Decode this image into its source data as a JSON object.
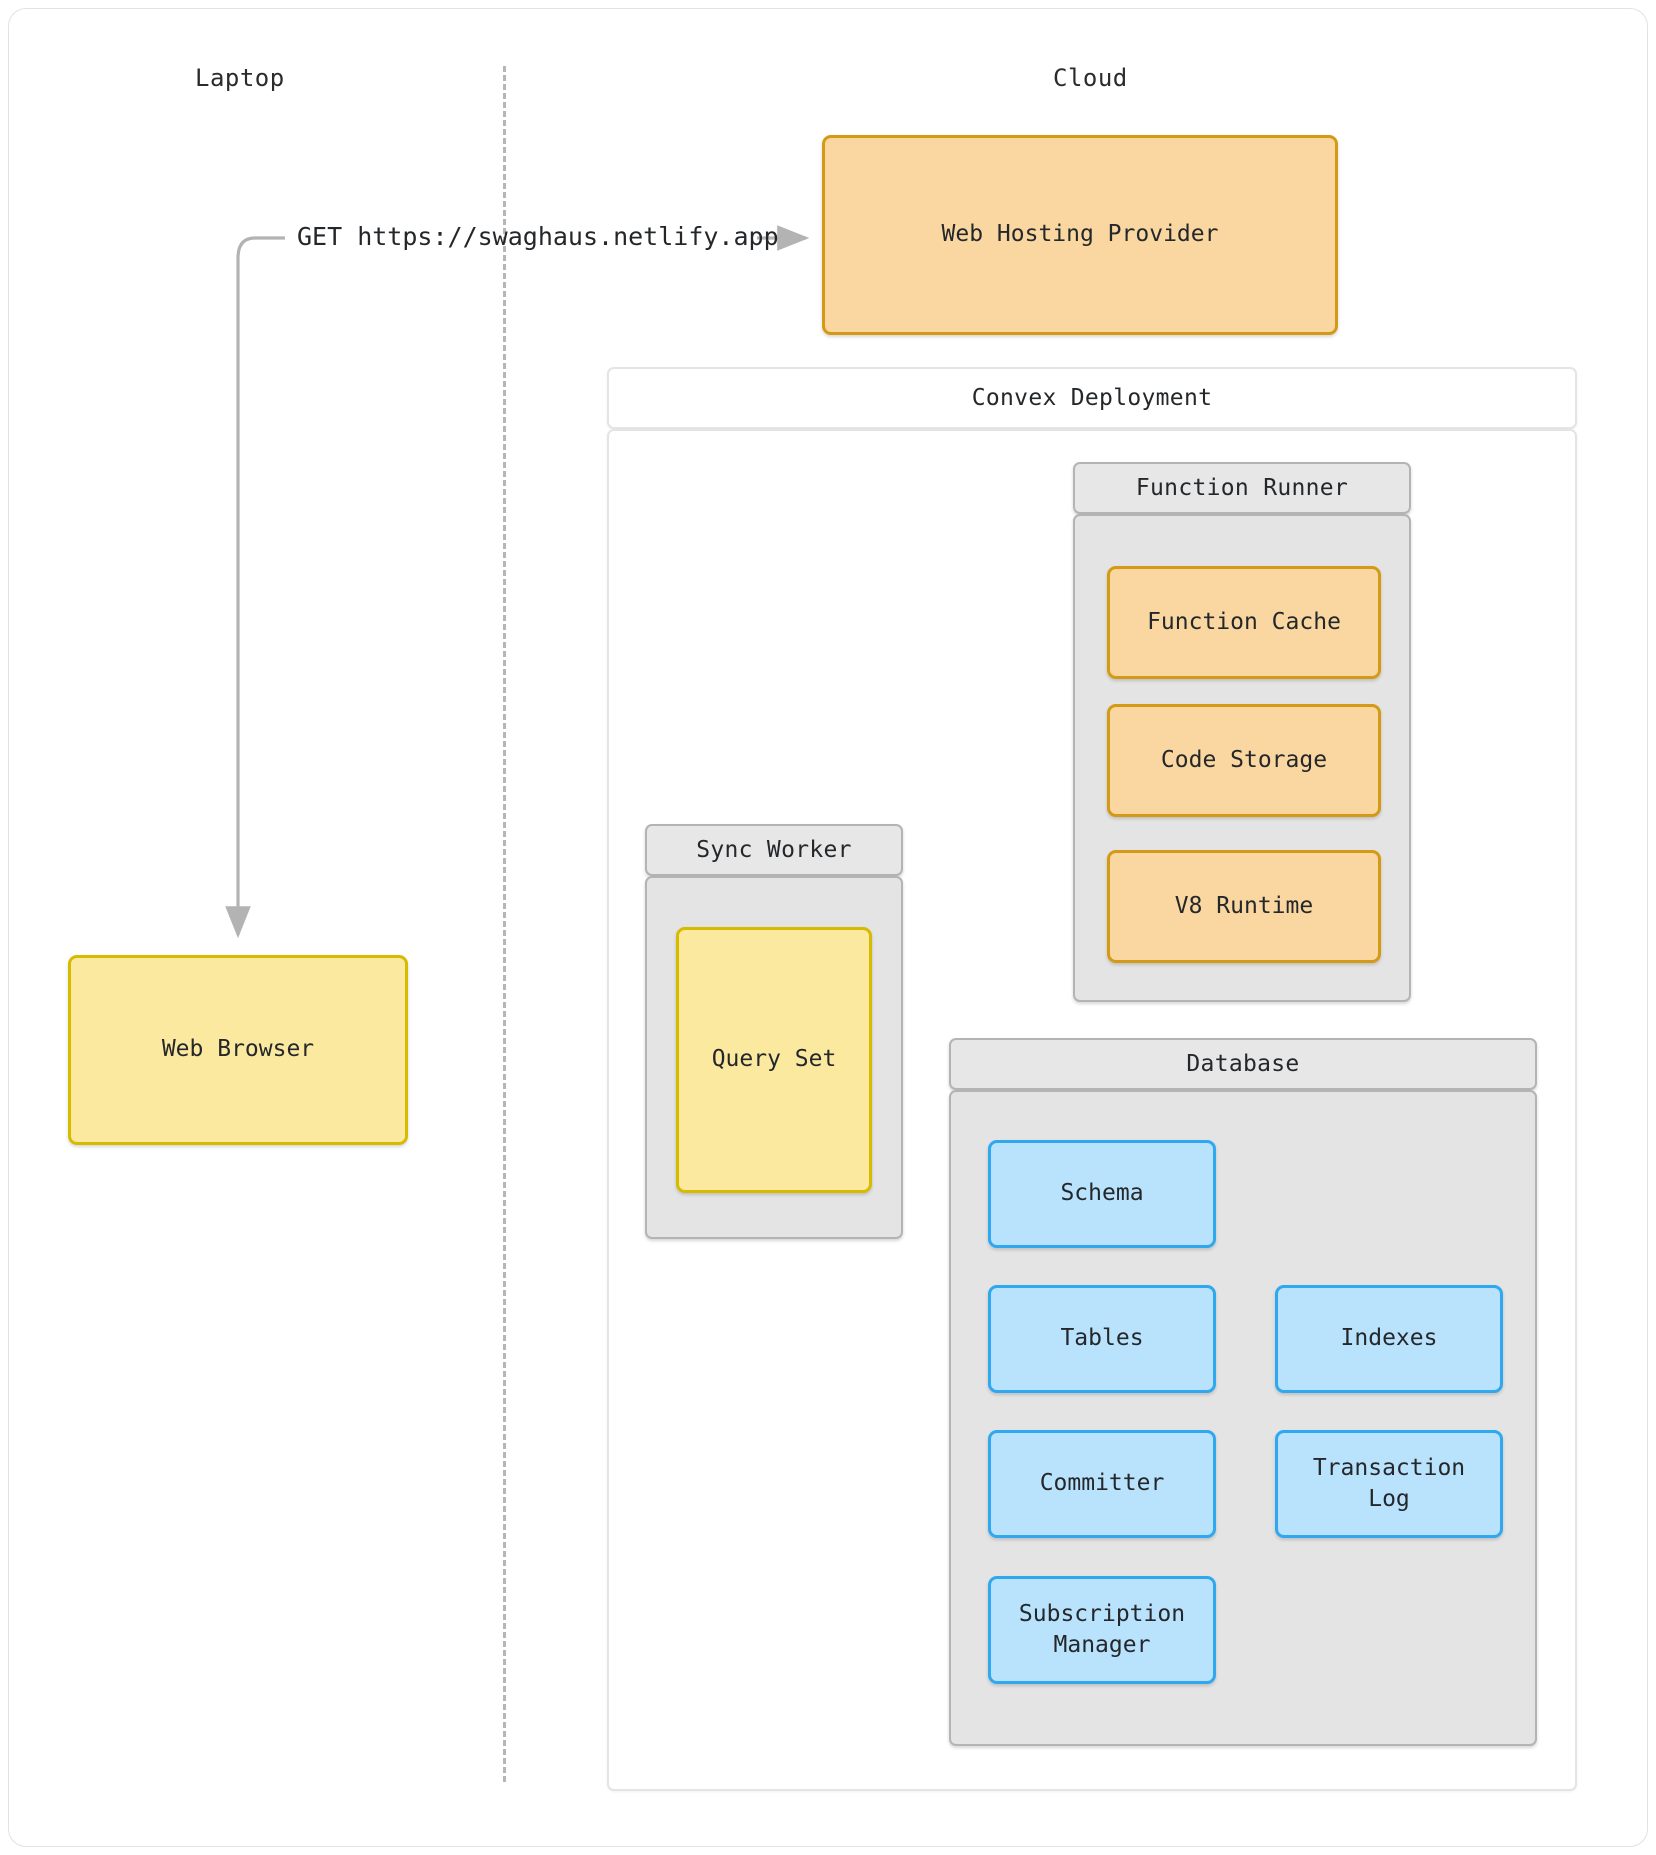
{
  "diagram": {
    "type": "architecture-flow",
    "lanes": [
      {
        "id": "laptop",
        "label": "Laptop"
      },
      {
        "id": "cloud",
        "label": "Cloud"
      }
    ],
    "edges": [
      {
        "id": "get-request",
        "label": "GET https://swaghaus.netlify.app",
        "from": "web-browser",
        "to": "web-hosting-provider"
      }
    ],
    "nodes": {
      "web_browser": {
        "label": "Web Browser",
        "color": "#fce9a0",
        "border": "#d6bb00"
      },
      "web_hosting_provider": {
        "label": "Web Hosting Provider",
        "color": "#fad7a0",
        "border": "#d49a16"
      }
    },
    "groups": {
      "convex_deployment": {
        "title": "Convex Deployment",
        "children": {
          "function_runner": {
            "title": "Function Runner",
            "items": [
              {
                "label": "Function Cache",
                "color": "#fad7a0"
              },
              {
                "label": "Code Storage",
                "color": "#fad7a0"
              },
              {
                "label": "V8 Runtime",
                "color": "#fad7a0"
              }
            ]
          },
          "sync_worker": {
            "title": "Sync Worker",
            "items": [
              {
                "label": "Query Set",
                "color": "#fce9a0"
              }
            ]
          },
          "database": {
            "title": "Database",
            "items": [
              {
                "label": "Schema",
                "color": "#b9e2fd"
              },
              {
                "label": "Tables",
                "color": "#b9e2fd"
              },
              {
                "label": "Indexes",
                "color": "#b9e2fd"
              },
              {
                "label": "Committer",
                "color": "#b9e2fd"
              },
              {
                "label": "Transaction\nLog",
                "color": "#b9e2fd"
              },
              {
                "label": "Subscription\nManager",
                "color": "#b9e2fd"
              }
            ]
          }
        }
      }
    },
    "colors": {
      "orange_fill": "#fad7a0",
      "orange_stroke": "#d49a16",
      "yellow_fill": "#fce9a0",
      "yellow_stroke": "#d6bb00",
      "blue_fill": "#b9e2fd",
      "blue_stroke": "#2fa8f0",
      "group_fill": "#e4e4e4",
      "group_stroke": "#b4b4b4",
      "edge_stroke": "#b3b3b3",
      "divider_stroke": "#b6b6b6"
    }
  }
}
